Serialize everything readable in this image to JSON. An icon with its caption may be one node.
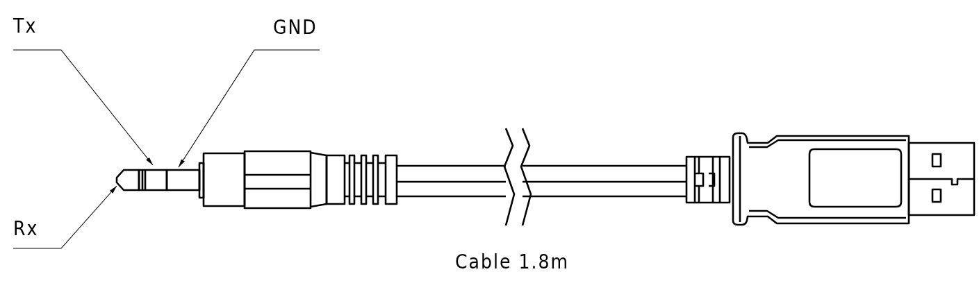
{
  "diagram": {
    "nodes": [
      {
        "text": [
          "Tx"
        ]
      },
      {
        "text": [
          "GND"
        ]
      },
      {
        "text": [
          "Rx"
        ]
      },
      {
        "text": [],
        "shape": "picture"
      },
      {
        "text": [],
        "shape": "picture"
      },
      {
        "text": [],
        "shape": "box"
      }
    ],
    "edges": [
      {
        "from": 0,
        "to": 4,
        "arrow": "to"
      },
      {
        "from": 1,
        "to": 5,
        "arrow": "to"
      },
      {
        "from": 2,
        "to": 3,
        "arrow": "to"
      }
    ],
    "labels": [
      "Cable 1.8m"
    ]
  }
}
